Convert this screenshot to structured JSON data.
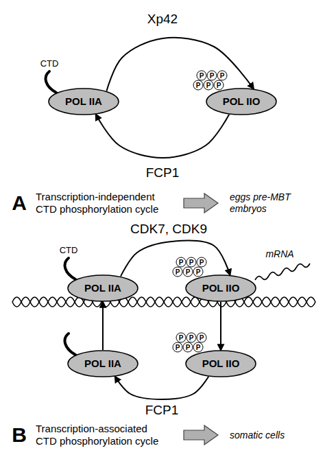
{
  "diagram": {
    "nodes": [
      {
        "text": [
          "POL IIA"
        ]
      },
      {
        "text": [
          "POL IIO"
        ]
      },
      {
        "text": [
          "POL IIA"
        ]
      },
      {
        "text": [
          "POL IIO"
        ]
      },
      {
        "text": [
          "POL IIO"
        ]
      },
      {
        "text": [
          "POL IIA"
        ]
      }
    ],
    "edges": [
      {
        "from": 0,
        "to": 1,
        "arrow": "to",
        "label": "Xp42"
      },
      {
        "from": 1,
        "to": 0,
        "arrow": "to",
        "label": "FCP1"
      },
      {
        "from": 2,
        "to": 3,
        "arrow": "to",
        "label": "CDK7, CDK9"
      },
      {
        "from": 3,
        "to": 4,
        "arrow": "to"
      },
      {
        "from": 4,
        "to": 5,
        "arrow": "to",
        "label": "FCP1"
      },
      {
        "from": 5,
        "to": 2,
        "arrow": "to"
      }
    ],
    "labels": [
      "CTD",
      "P",
      "P",
      "P",
      "P",
      "P",
      "P",
      "A",
      "Transcription-independent CTD phosphorylation cycle",
      "eggs pre-MBT embryos",
      "CTD",
      "P",
      "P",
      "P",
      "P",
      "P",
      "P",
      "mRNA",
      "P",
      "P",
      "P",
      "P",
      "P",
      "P",
      "B",
      "Transcription-associated CTD phosphorylation cycle",
      "somatic cells"
    ]
  }
}
